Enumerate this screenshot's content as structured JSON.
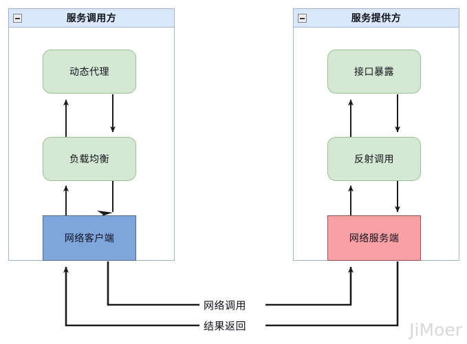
{
  "diagram": {
    "type": "flowchart",
    "title_visible": false,
    "background": "#ffffff",
    "watermark": "JiMoer",
    "colors": {
      "panel_header_fill": "#dae8fc",
      "panel_border": "#9eb6d4",
      "green_fill": "#d5e8d4",
      "green_border": "#9bc08f",
      "blue_fill": "#7ea6dd",
      "blue_border": "#4a6f9e",
      "red_fill": "#f8a0a4",
      "red_border": "#a8494e",
      "edge_stroke": "#1a1a1a",
      "watermark_color": "#d8d8d8"
    }
  },
  "panels": [
    {
      "id": "consumer",
      "title": "服务调用方",
      "collapse_icon": "minus-square-icon",
      "nodes": [
        {
          "id": "dynamic-proxy",
          "label": "动态代理",
          "style": "green"
        },
        {
          "id": "load-balance",
          "label": "负载均衡",
          "style": "green"
        },
        {
          "id": "network-client",
          "label": "网络客户端",
          "style": "blue"
        }
      ]
    },
    {
      "id": "provider",
      "title": "服务提供方",
      "collapse_icon": "minus-square-icon",
      "nodes": [
        {
          "id": "interface-expose",
          "label": "接口暴露",
          "style": "green"
        },
        {
          "id": "reflect-invoke",
          "label": "反射调用",
          "style": "green"
        },
        {
          "id": "network-server",
          "label": "网络服务端",
          "style": "red"
        }
      ]
    }
  ],
  "edge_labels": [
    {
      "id": "network-call",
      "label": "网络调用"
    },
    {
      "id": "result-return",
      "label": "结果返回"
    }
  ]
}
